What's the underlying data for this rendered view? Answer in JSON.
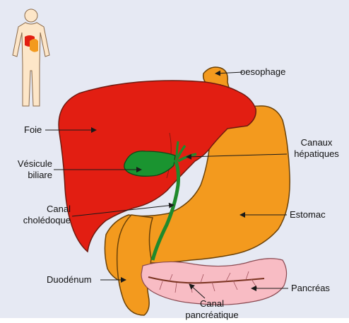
{
  "colors": {
    "background": "#e6e9f3",
    "liver": "#e21e12",
    "liver_outline": "#6e1a10",
    "gallbladder": "#1a9430",
    "bile_duct": "#1f8a2c",
    "stomach": "#f39a1e",
    "stomach_outline": "#6b4208",
    "pancreas": "#f8bcc4",
    "pancreas_outline": "#8a4a52",
    "body_silhouette": "#fde6c8",
    "arrow": "#1a1a1a"
  },
  "icons": {
    "body_thumbnail": "human-body-icon"
  },
  "labels": {
    "oesophage": "oesophage",
    "foie": "Foie",
    "canaux_1": "Canaux",
    "canaux_2": "hépatiques",
    "vesicule_1": "Vésicule",
    "vesicule_2": "biliare",
    "canal_1": "Canal",
    "canal_2": "cholédoque",
    "estomac": "Estomac",
    "duodenum": "Duodénum",
    "pancreas": "Pancréas",
    "canal_panc_1": "Canal",
    "canal_panc_2": "pancréatique"
  }
}
